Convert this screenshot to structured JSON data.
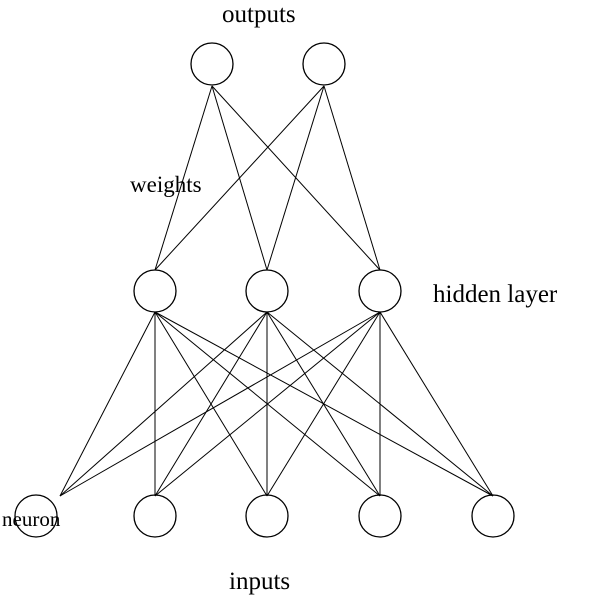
{
  "labels": {
    "outputs": "outputs",
    "weights": "weights",
    "hidden_layer": "hidden layer",
    "neuron": "neuron",
    "inputs": "inputs"
  },
  "network": {
    "layers": [
      {
        "name": "inputs",
        "neurons": 5
      },
      {
        "name": "hidden layer",
        "neurons": 3
      },
      {
        "name": "outputs",
        "neurons": 2
      }
    ],
    "connectivity": "fully-connected"
  },
  "colors": {
    "stroke": "#000000",
    "background": "#ffffff",
    "text": "#000000"
  }
}
